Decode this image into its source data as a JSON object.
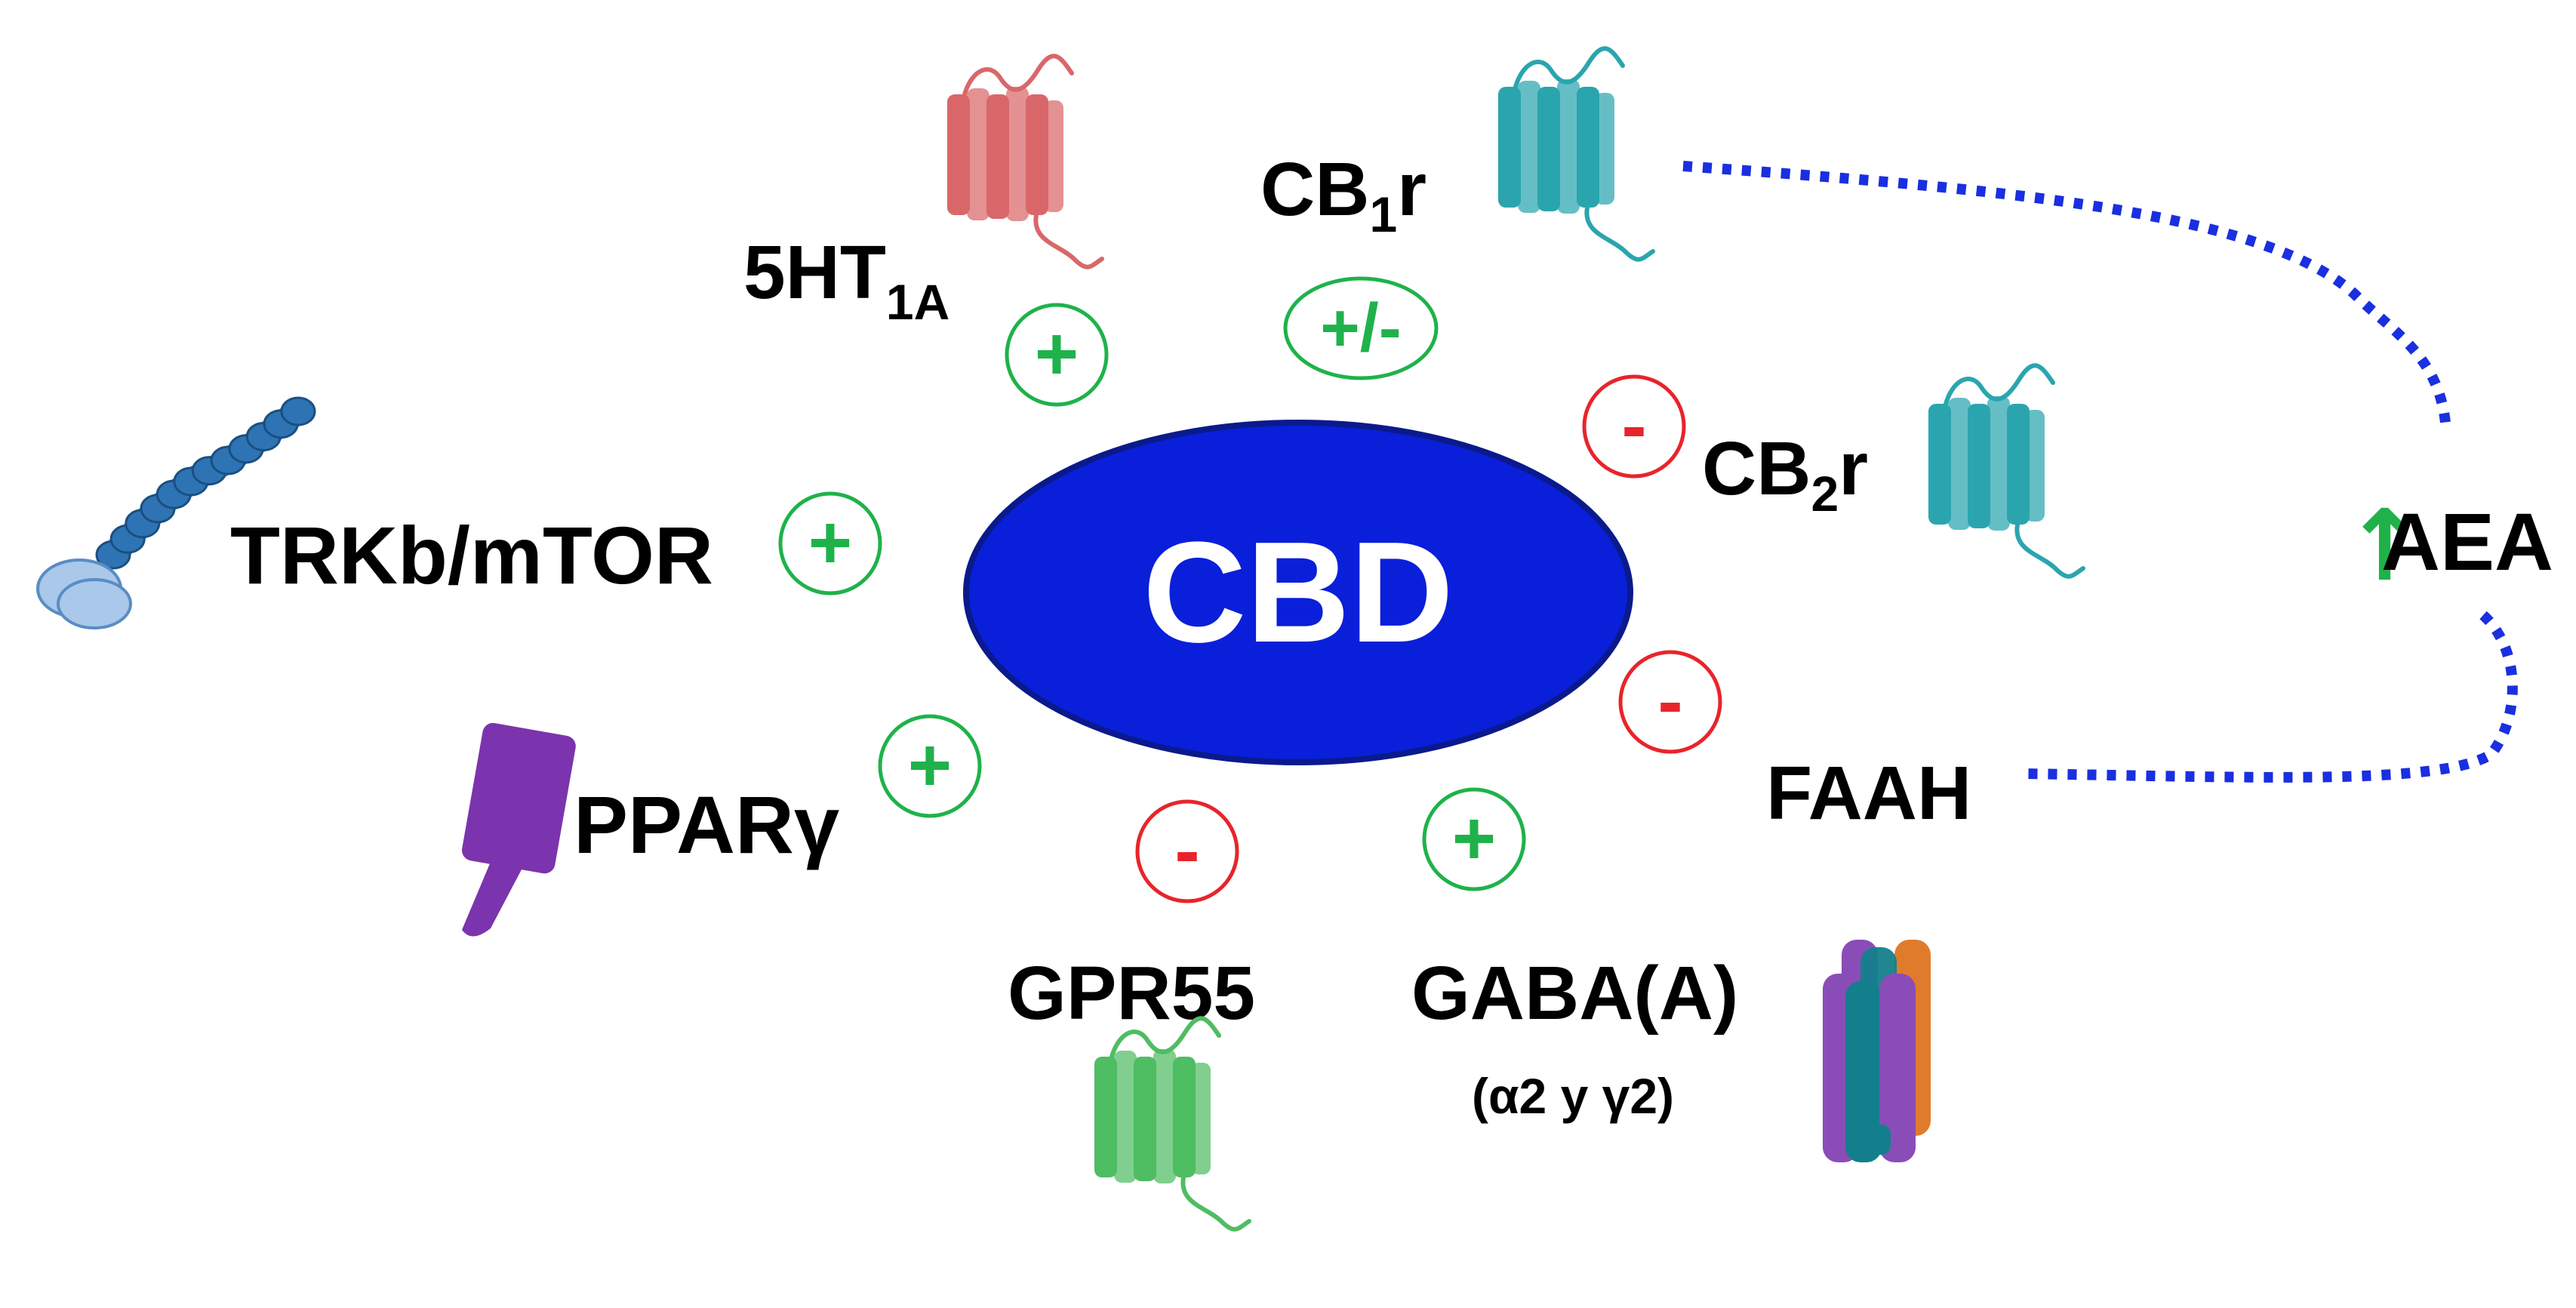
{
  "center": {
    "label": "CBD",
    "fill": "#0a1fd9"
  },
  "targets": {
    "ht1a": {
      "main": "5HT",
      "sub": "1A",
      "effect": "+"
    },
    "cb1": {
      "main": "CB",
      "sub": "1",
      "suffix": "r",
      "effect": "+/-"
    },
    "cb2": {
      "main": "CB",
      "sub": "2",
      "suffix": "r",
      "effect": "-"
    },
    "trkb": {
      "label": "TRKb/mTOR",
      "effect": "+"
    },
    "ppar": {
      "label": "PPARγ",
      "effect": "+"
    },
    "gpr55": {
      "label": "GPR55",
      "effect": "-"
    },
    "gaba": {
      "label": "GABA(A)",
      "note": "(α2 y γ2)",
      "effect": "+"
    },
    "faah": {
      "label": "FAAH",
      "effect": "-"
    }
  },
  "aea": {
    "arrow": "↑",
    "label": "AEA"
  },
  "colors": {
    "positive": "#1fb24a",
    "negative": "#e8242b",
    "dotted_link": "#1a2fe0",
    "ht1a_receptor": "#d9676a",
    "cb_receptor": "#2aa5ae",
    "gpr55_receptor": "#4fbd62",
    "ppar": "#7b34ad",
    "trkb": "#2e74b5",
    "gaba_teal": "#137f8c",
    "gaba_purple": "#8a4db8",
    "gaba_orange": "#e17b2c"
  },
  "icons": [
    "gpcr-receptor-icon",
    "trkb-receptor-icon",
    "ppar-receptor-icon",
    "gaba-a-channel-icon"
  ]
}
